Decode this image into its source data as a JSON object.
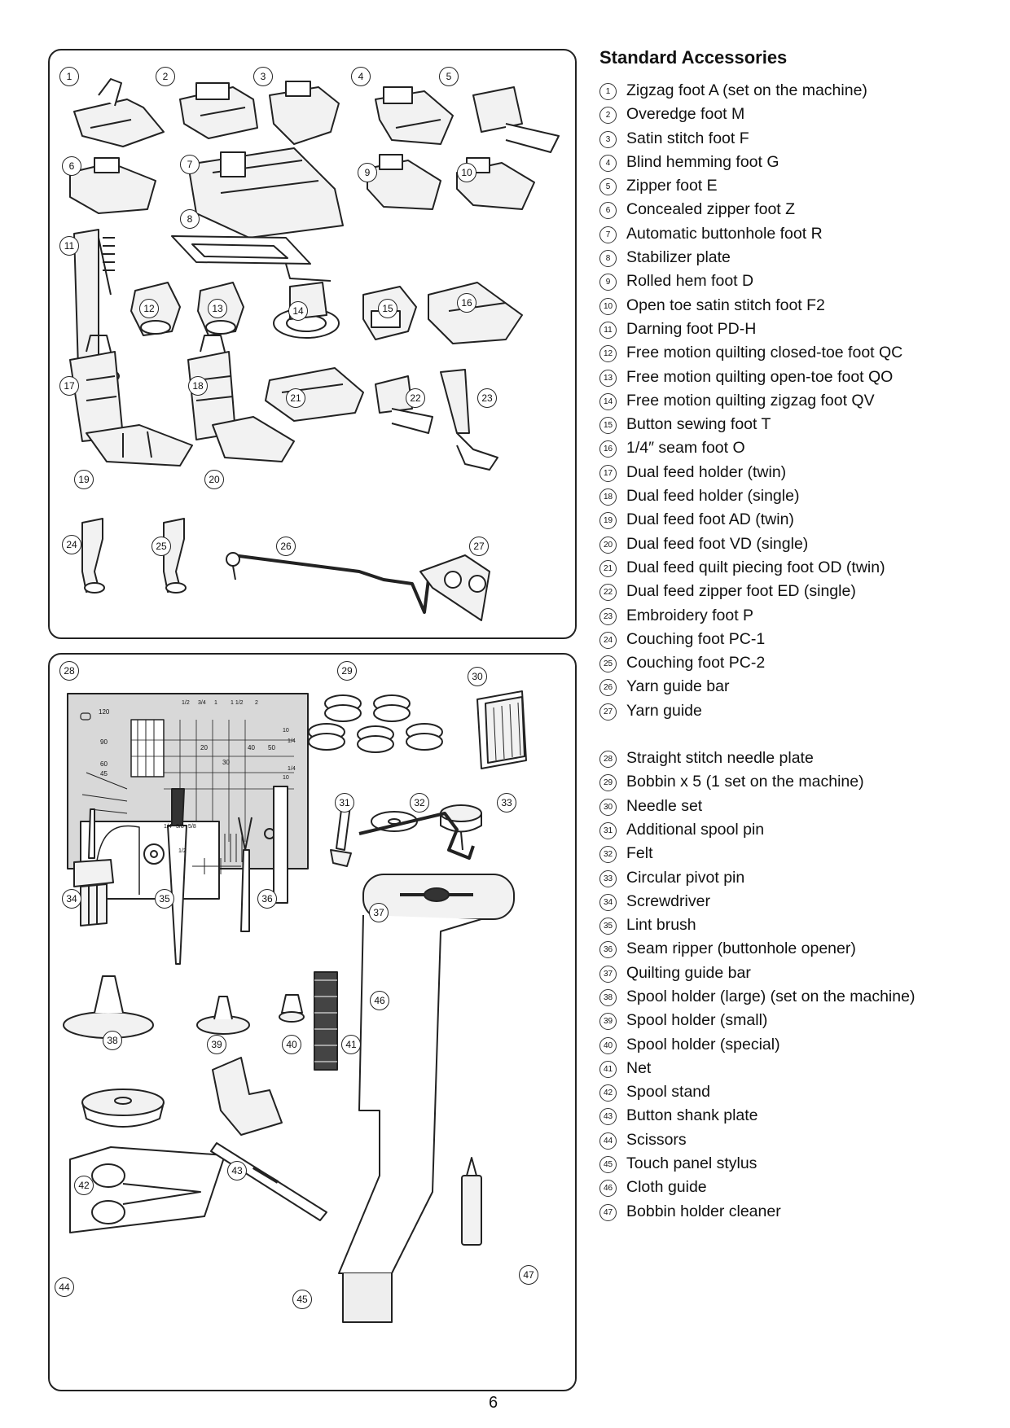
{
  "heading": "Standard Accessories",
  "page_number": "6",
  "items": [
    {
      "num": "1",
      "label": "Zigzag foot A (set on the machine)"
    },
    {
      "num": "2",
      "label": "Overedge foot M"
    },
    {
      "num": "3",
      "label": "Satin stitch foot F"
    },
    {
      "num": "4",
      "label": "Blind hemming foot G"
    },
    {
      "num": "5",
      "label": "Zipper foot E"
    },
    {
      "num": "6",
      "label": "Concealed zipper foot Z"
    },
    {
      "num": "7",
      "label": "Automatic buttonhole foot R"
    },
    {
      "num": "8",
      "label": "Stabilizer plate"
    },
    {
      "num": "9",
      "label": "Rolled hem foot D"
    },
    {
      "num": "10",
      "label": "Open toe satin stitch foot F2"
    },
    {
      "num": "11",
      "label": "Darning foot PD-H"
    },
    {
      "num": "12",
      "label": "Free motion quilting closed-toe foot QC"
    },
    {
      "num": "13",
      "label": "Free motion quilting open-toe foot QO"
    },
    {
      "num": "14",
      "label": "Free motion quilting zigzag foot QV"
    },
    {
      "num": "15",
      "label": "Button sewing foot T"
    },
    {
      "num": "16",
      "label": "1/4″ seam foot O"
    },
    {
      "num": "17",
      "label": "Dual feed holder (twin)"
    },
    {
      "num": "18",
      "label": "Dual feed holder (single)"
    },
    {
      "num": "19",
      "label": "Dual feed foot AD (twin)"
    },
    {
      "num": "20",
      "label": "Dual feed foot VD (single)"
    },
    {
      "num": "21",
      "label": "Dual feed quilt piecing foot OD (twin)"
    },
    {
      "num": "22",
      "label": "Dual feed zipper foot ED (single)"
    },
    {
      "num": "23",
      "label": "Embroidery foot P"
    },
    {
      "num": "24",
      "label": "Couching foot PC-1"
    },
    {
      "num": "25",
      "label": "Couching foot PC-2"
    },
    {
      "num": "26",
      "label": "Yarn guide bar"
    },
    {
      "num": "27",
      "label": "Yarn guide"
    },
    {
      "num": "28",
      "label": "Straight stitch needle plate"
    },
    {
      "num": "29",
      "label": "Bobbin x 5 (1 set on the machine)"
    },
    {
      "num": "30",
      "label": "Needle set"
    },
    {
      "num": "31",
      "label": "Additional spool pin"
    },
    {
      "num": "32",
      "label": "Felt"
    },
    {
      "num": "33",
      "label": "Circular pivot pin"
    },
    {
      "num": "34",
      "label": "Screwdriver"
    },
    {
      "num": "35",
      "label": "Lint brush"
    },
    {
      "num": "36",
      "label": "Seam ripper (buttonhole opener)"
    },
    {
      "num": "37",
      "label": "Quilting guide bar"
    },
    {
      "num": "38",
      "label": "Spool holder (large) (set on the machine)"
    },
    {
      "num": "39",
      "label": "Spool holder (small)"
    },
    {
      "num": "40",
      "label": "Spool holder (special)"
    },
    {
      "num": "41",
      "label": "Net"
    },
    {
      "num": "42",
      "label": "Spool stand"
    },
    {
      "num": "43",
      "label": "Button shank plate"
    },
    {
      "num": "44",
      "label": "Scissors"
    },
    {
      "num": "45",
      "label": "Touch panel stylus"
    },
    {
      "num": "46",
      "label": "Cloth guide"
    },
    {
      "num": "47",
      "label": "Bobbin holder cleaner"
    }
  ],
  "top_callouts": [
    "1",
    "2",
    "3",
    "4",
    "5",
    "6",
    "7",
    "8",
    "9",
    "10",
    "11",
    "12",
    "13",
    "14",
    "15",
    "16",
    "17",
    "18",
    "19",
    "20",
    "21",
    "22",
    "23",
    "24",
    "25",
    "26",
    "27"
  ],
  "bottom_callouts": [
    "28",
    "29",
    "30",
    "31",
    "32",
    "33",
    "34",
    "35",
    "36",
    "37",
    "38",
    "39",
    "40",
    "41",
    "42",
    "43",
    "44",
    "45",
    "46",
    "47"
  ],
  "plate_scale": {
    "left_labels": [
      "120",
      "90",
      "60",
      "45"
    ],
    "top_labels": [
      "1/2",
      "3/4",
      "1",
      "1 1/2",
      "2"
    ],
    "right_labels": [
      "10",
      "1/4",
      "1/4",
      "10"
    ],
    "grid_labels": [
      "20",
      "40",
      "50",
      "30"
    ],
    "inset_labels": [
      "1/4",
      "3/8",
      "5/8",
      "1/2"
    ]
  }
}
